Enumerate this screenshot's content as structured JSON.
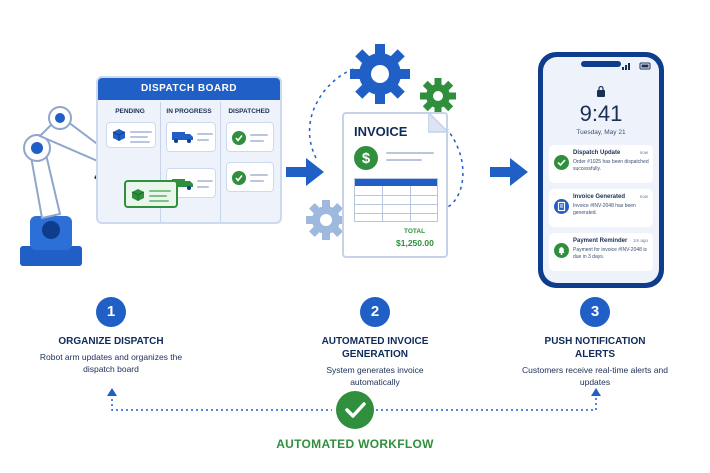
{
  "board": {
    "title": "DISPATCH BOARD",
    "columns": [
      "PENDING",
      "IN PROGRESS",
      "DISPATCHED"
    ]
  },
  "invoice": {
    "title": "INVOICE",
    "total_label": "TOTAL",
    "total_value": "$1,250.00"
  },
  "phone": {
    "time": "9:41",
    "date": "Tuesday, May 21",
    "notifications": [
      {
        "title": "Dispatch Update",
        "time": "now",
        "body": "Order #1025 has been dispatched successfully."
      },
      {
        "title": "Invoice Generated",
        "time": "now",
        "body": "Invoice #INV-2048 has been generated."
      },
      {
        "title": "Payment Reminder",
        "time": "1m ago",
        "body": "Payment for invoice #INV-2048 is due in 3 days."
      }
    ]
  },
  "steps": [
    {
      "number": "1",
      "title": "ORGANIZE DISPATCH",
      "desc": "Robot arm updates and organizes the dispatch board"
    },
    {
      "number": "2",
      "title": "AUTOMATED INVOICE GENERATION",
      "desc": "System generates invoice automatically"
    },
    {
      "number": "3",
      "title": "PUSH NOTIFICATION ALERTS",
      "desc": "Customers receive real-time alerts and updates"
    }
  ],
  "workflow_label": "AUTOMATED WORKFLOW",
  "colors": {
    "primary": "#1f5fc6",
    "green": "#2f8f3c",
    "navy": "#0f2a5c"
  }
}
